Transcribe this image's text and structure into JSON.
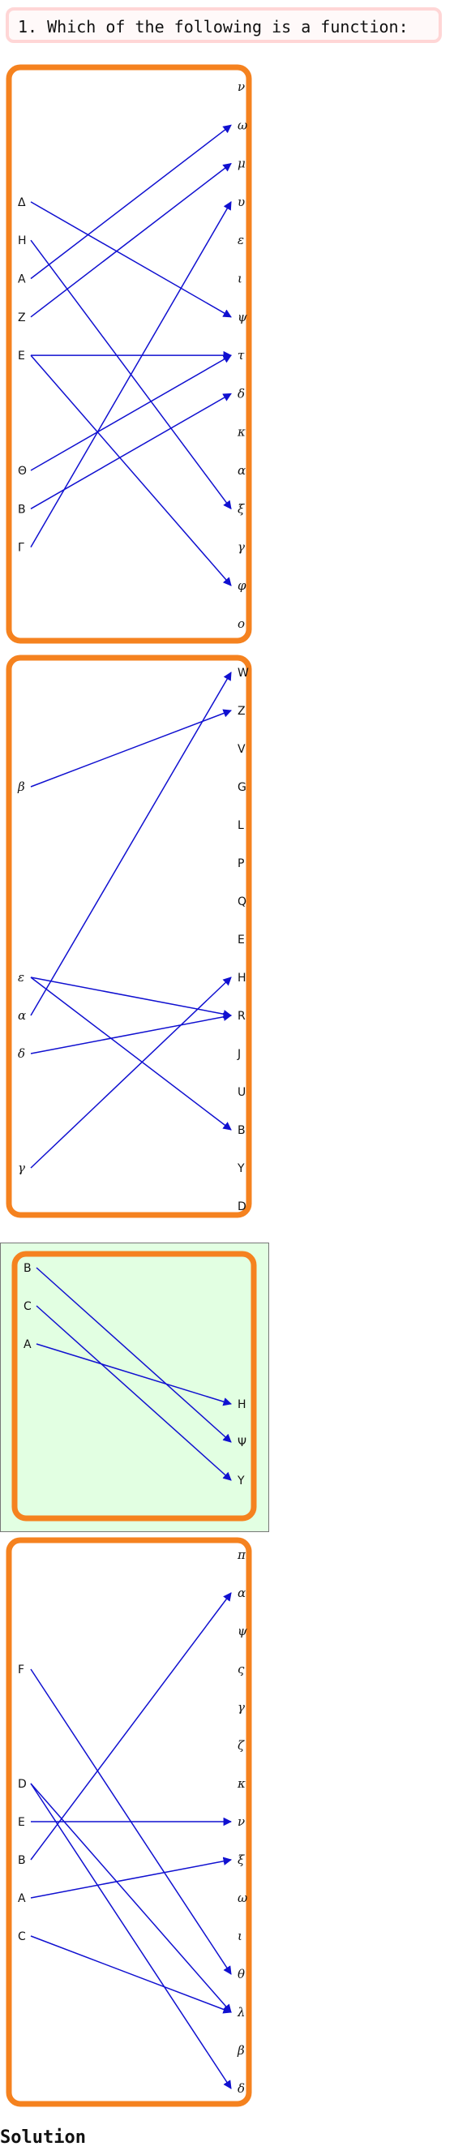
{
  "question": {
    "text": "1. Which of the following is a function:"
  },
  "solution_label": "Solution",
  "colors": {
    "accent_border": "#f5821f",
    "arrow": "#1010d0",
    "selected_bg": "#e2ffe2",
    "question_border": "#ffd6d6"
  },
  "options": [
    {
      "id": "option-1",
      "selected": false,
      "italic_left": false,
      "italic_right": true,
      "left": [
        "Δ",
        "H",
        "A",
        "Z",
        "E",
        "",
        "",
        "Θ",
        "B",
        "Γ"
      ],
      "right": [
        "ν",
        "ω",
        "μ",
        "υ",
        "ε",
        "ι",
        "ψ",
        "τ",
        "δ",
        "κ",
        "α",
        "ξ",
        "γ",
        "φ",
        "ο"
      ],
      "arrows": [
        [
          "Δ",
          "ψ"
        ],
        [
          "H",
          "ξ"
        ],
        [
          "A",
          "ω"
        ],
        [
          "Z",
          "μ"
        ],
        [
          "E",
          "τ"
        ],
        [
          "E",
          "φ"
        ],
        [
          "Θ",
          "τ"
        ],
        [
          "B",
          "δ"
        ],
        [
          "Γ",
          "υ"
        ]
      ]
    },
    {
      "id": "option-2",
      "selected": false,
      "italic_left": true,
      "italic_right": false,
      "left": [
        "",
        "",
        "β",
        "",
        "",
        "",
        "",
        "ε",
        "α",
        "δ",
        "",
        "",
        "γ"
      ],
      "right": [
        "W",
        "Z",
        "V",
        "G",
        "L",
        "P",
        "Q",
        "E",
        "H",
        "R",
        "J",
        "U",
        "B",
        "Y",
        "D"
      ],
      "arrows": [
        [
          "β",
          "Z"
        ],
        [
          "ε",
          "R"
        ],
        [
          "ε",
          "B"
        ],
        [
          "α",
          "W"
        ],
        [
          "δ",
          "R"
        ],
        [
          "γ",
          "H"
        ]
      ]
    },
    {
      "id": "option-3",
      "selected": true,
      "italic_left": false,
      "italic_right": false,
      "left": [
        "B",
        "C",
        "A"
      ],
      "right": [
        "H",
        "Ψ",
        "Y"
      ],
      "arrows": [
        [
          "B",
          "Ψ"
        ],
        [
          "C",
          "Y"
        ],
        [
          "A",
          "H"
        ]
      ]
    },
    {
      "id": "option-4",
      "selected": false,
      "italic_left": false,
      "italic_right": true,
      "left": [
        "",
        "",
        "",
        "F",
        "",
        "",
        "D",
        "E",
        "B",
        "A",
        "C"
      ],
      "right": [
        "π",
        "α",
        "ψ",
        "ς",
        "γ",
        "ζ",
        "κ",
        "ν",
        "ξ",
        "ω",
        "ι",
        "θ",
        "λ",
        "β",
        "δ"
      ],
      "arrows": [
        [
          "F",
          "θ"
        ],
        [
          "D",
          "λ"
        ],
        [
          "D",
          "δ"
        ],
        [
          "E",
          "ν"
        ],
        [
          "B",
          "α"
        ],
        [
          "A",
          "ξ"
        ],
        [
          "C",
          "λ"
        ]
      ]
    }
  ]
}
